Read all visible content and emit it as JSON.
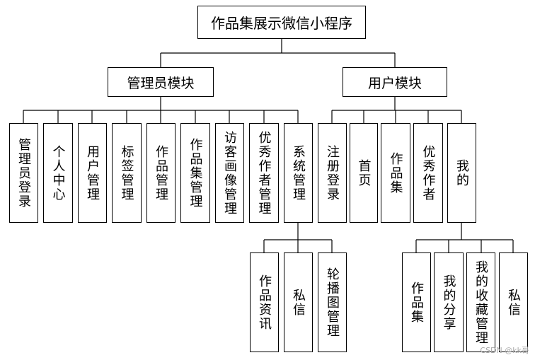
{
  "root": "作品集展示微信小程序",
  "modules": {
    "admin": "管理员模块",
    "user": "用户模块"
  },
  "admin_items": [
    "管理员登录",
    "个人中心",
    "用户管理",
    "标签管理",
    "作品管理",
    "作品集管理",
    "访客画像管理",
    "优秀作者管理",
    "系统管理"
  ],
  "user_items": [
    "注册登录",
    "首页",
    "作品集",
    "优秀作者",
    "我的"
  ],
  "system_items": [
    "作品资讯",
    "私信",
    "轮播图管理"
  ],
  "mine_items": [
    "作品集",
    "我的分享",
    "我的收藏管理",
    "私信"
  ],
  "watermark": "CSDN @kk哥"
}
